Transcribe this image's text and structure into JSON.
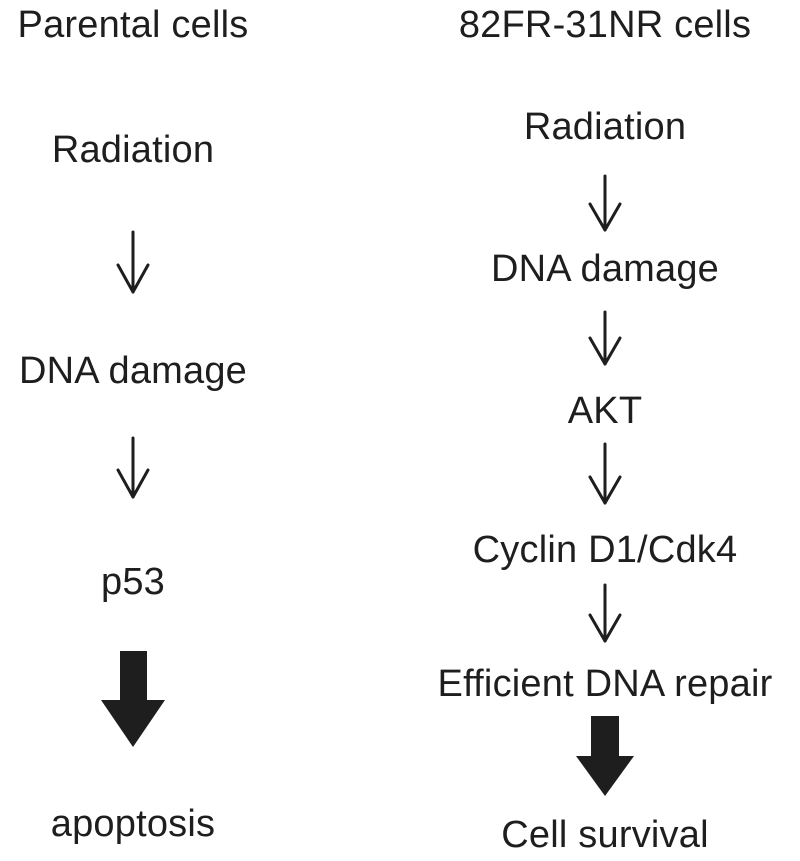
{
  "left_column": {
    "heading": "Parental cells",
    "steps": [
      "Radiation",
      "DNA damage",
      "p53"
    ],
    "outcome": "apoptosis"
  },
  "right_column": {
    "heading": "82FR-31NR cells",
    "steps": [
      "Radiation",
      "DNA damage",
      "AKT",
      "Cyclin D1/Cdk4",
      "Efficient DNA repair"
    ],
    "outcome": "Cell survival"
  },
  "colors": {
    "text": "#1e1e1e",
    "arrow": "#1e1e1e",
    "background": "#ffffff"
  }
}
